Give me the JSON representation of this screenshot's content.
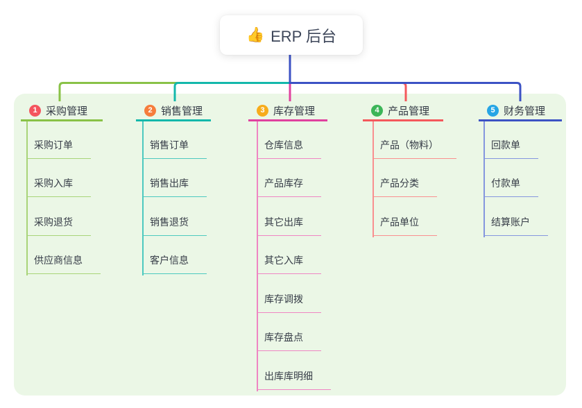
{
  "root": {
    "icon": "👍",
    "label": "ERP 后台"
  },
  "branches": [
    {
      "number": "1",
      "label": "采购管理",
      "color": "#89c247",
      "light_color": "#a8d478",
      "badge_color": "#f4545e",
      "children": [
        "采购订单",
        "采购入库",
        "采购退货",
        "供应商信息"
      ]
    },
    {
      "number": "2",
      "label": "销售管理",
      "color": "#14b8ab",
      "light_color": "#4cc9bf",
      "badge_color": "#f67d3c",
      "children": [
        "销售订单",
        "销售出库",
        "销售退货",
        "客户信息"
      ]
    },
    {
      "number": "3",
      "label": "库存管理",
      "color": "#e0419f",
      "light_color": "#ef85c3",
      "badge_color": "#f7ac1b",
      "children": [
        "仓库信息",
        "产品库存",
        "其它出库",
        "其它入库",
        "库存调拨",
        "库存盘点",
        "出库库明细"
      ]
    },
    {
      "number": "4",
      "label": "产品管理",
      "color": "#f4585c",
      "light_color": "#f98f8f",
      "badge_color": "#3cb558",
      "children": [
        "产品（物料）",
        "产品分类",
        "产品单位"
      ]
    },
    {
      "number": "5",
      "label": "财务管理",
      "color": "#3c52c4",
      "light_color": "#8496de",
      "badge_color": "#26a5e5",
      "children": [
        "回款单",
        "付款单",
        "结算账户"
      ]
    }
  ],
  "colors": {
    "canvas_bg": "#ffffff",
    "panel_bg": "#ebf7e6",
    "stem": "#3c52c4",
    "text": "#363c47"
  }
}
